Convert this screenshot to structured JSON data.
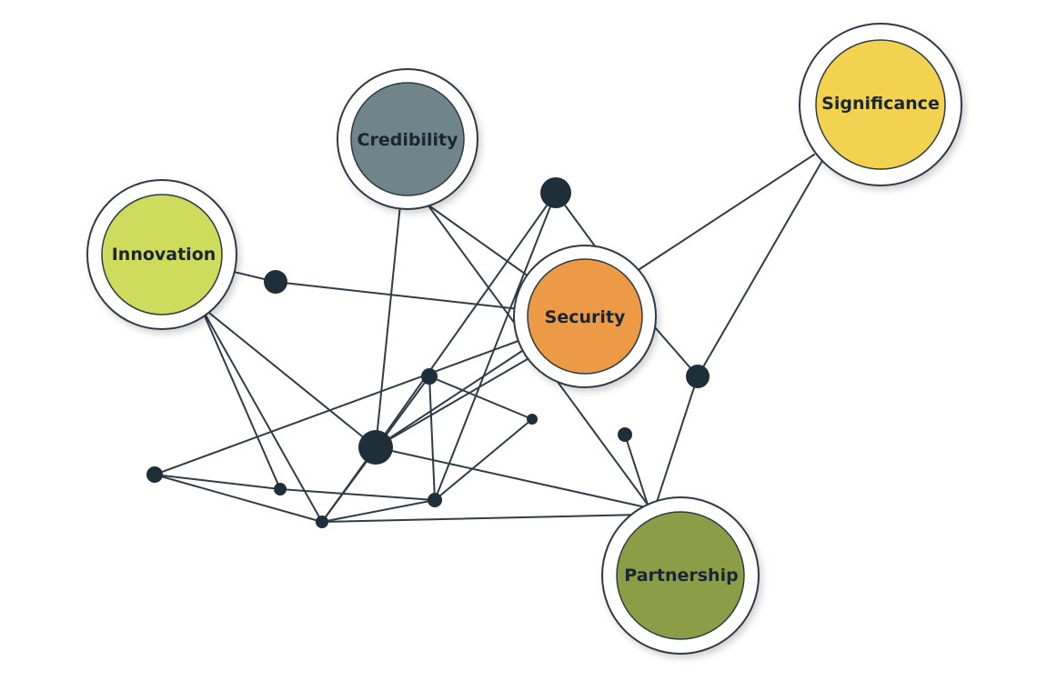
{
  "diagram": {
    "nodes": {
      "credibility": {
        "label": "Credibility",
        "color": "#6f858a"
      },
      "significance": {
        "label": "Significance",
        "color": "#f3d24f"
      },
      "innovation": {
        "label": "Innovation",
        "color": "#cfdb5c"
      },
      "security": {
        "label": "Security",
        "color": "#ec9a45"
      },
      "partnership": {
        "label": "Partnership",
        "color": "#8c9d47"
      }
    },
    "edge_color": "#2f3d46",
    "dot_color": "#1f2f3a"
  }
}
